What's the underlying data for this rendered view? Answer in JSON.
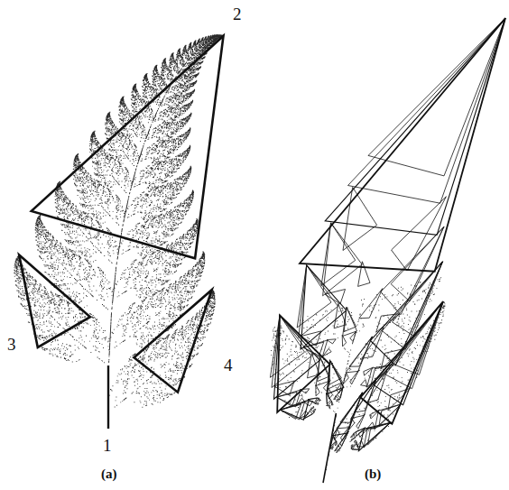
{
  "diagram": {
    "labels": [
      "2",
      "3",
      "4",
      "1",
      "(a)",
      "(b)"
    ]
  }
}
